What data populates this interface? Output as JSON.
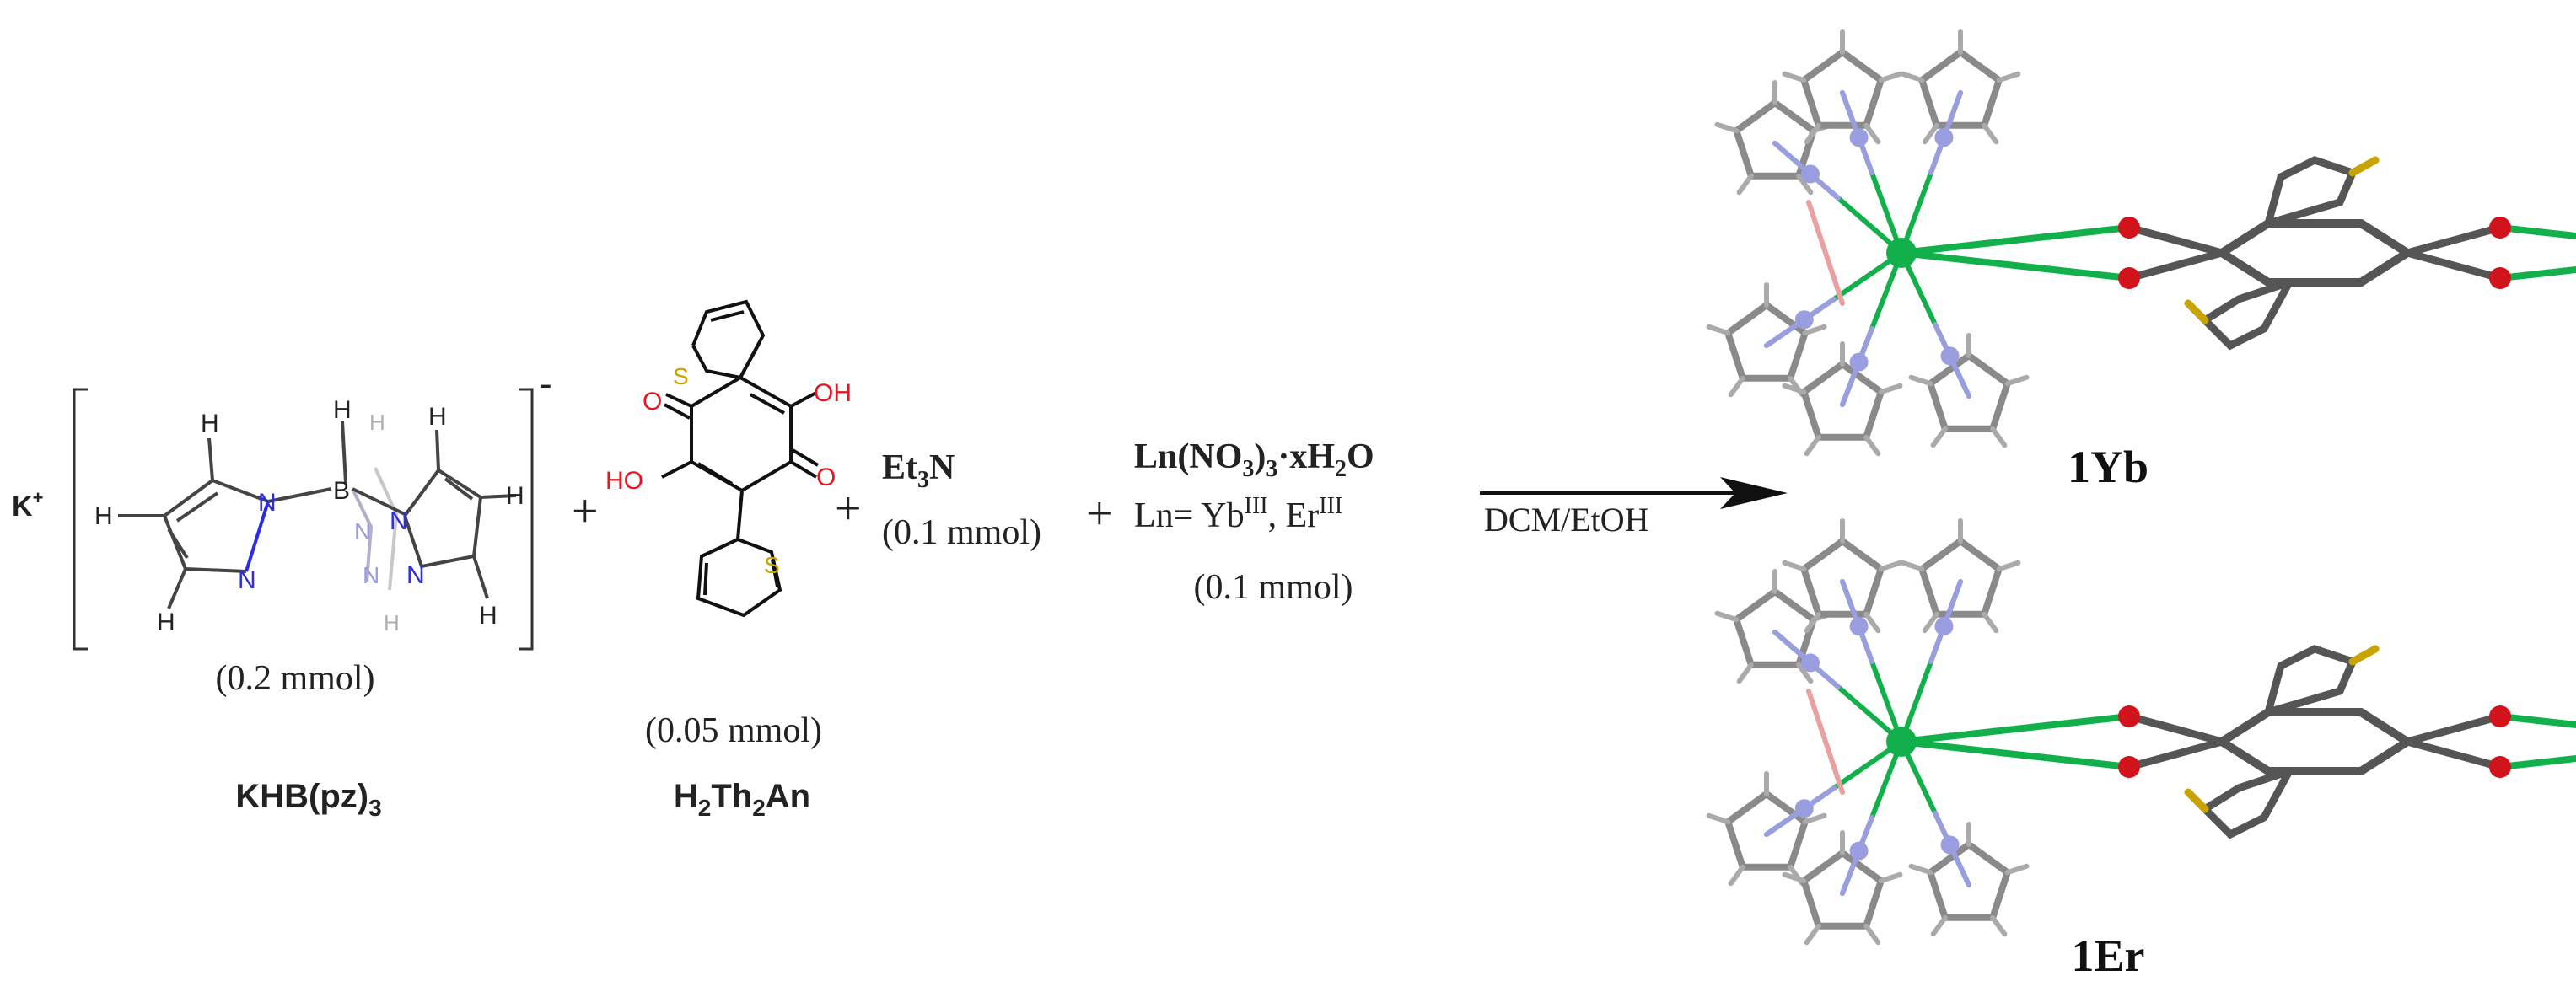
{
  "reactants": {
    "khbpz3": {
      "counter_ion": "K",
      "counter_ion_charge": "+",
      "charge": "-",
      "amount": "(0.2 mmol)",
      "name": "KHB(pz)",
      "name_sub": "3",
      "atoms": {
        "boron": "B",
        "hydrogen": "H",
        "nitrogen": "N"
      }
    },
    "h2th2an": {
      "amount": "(0.05 mmol)",
      "name_parts": [
        "H",
        "2",
        "Th",
        "2",
        "An"
      ],
      "atoms": {
        "hydroxyl": "OH",
        "hydroxyl_left": "HO",
        "oxygen": "O",
        "sulfur": "S"
      }
    },
    "base": {
      "name": "Et",
      "name_sub": "3",
      "name_end": "N",
      "amount": "(0.1 mmol)"
    },
    "salt": {
      "formula_parts": [
        "Ln(NO",
        "3",
        ")",
        "3",
        "·xH",
        "2",
        "O"
      ],
      "ln_prefix": "Ln= Yb",
      "ln_sup1": "III",
      "ln_mid": ", Er",
      "ln_sup2": "III",
      "amount": "(0.1 mmol)"
    }
  },
  "plus_signs": [
    "+",
    "+",
    "+"
  ],
  "arrow": {
    "condition": "DCM/EtOH"
  },
  "products": [
    {
      "label": "1Yb"
    },
    {
      "label": "1Er"
    }
  ],
  "colors": {
    "bond": "#444444",
    "nitrogen": "#2b2be8",
    "oxygen_label": "#e8141e",
    "sulfur": "#c9a400",
    "metal": "#12b04a",
    "o_ball": "#d3131b",
    "n_ball": "#9a9ee0",
    "ligand_stick": "#8a8a8a",
    "b_stick": "#e8a0a0",
    "n_stick": "#9a9ee0"
  }
}
